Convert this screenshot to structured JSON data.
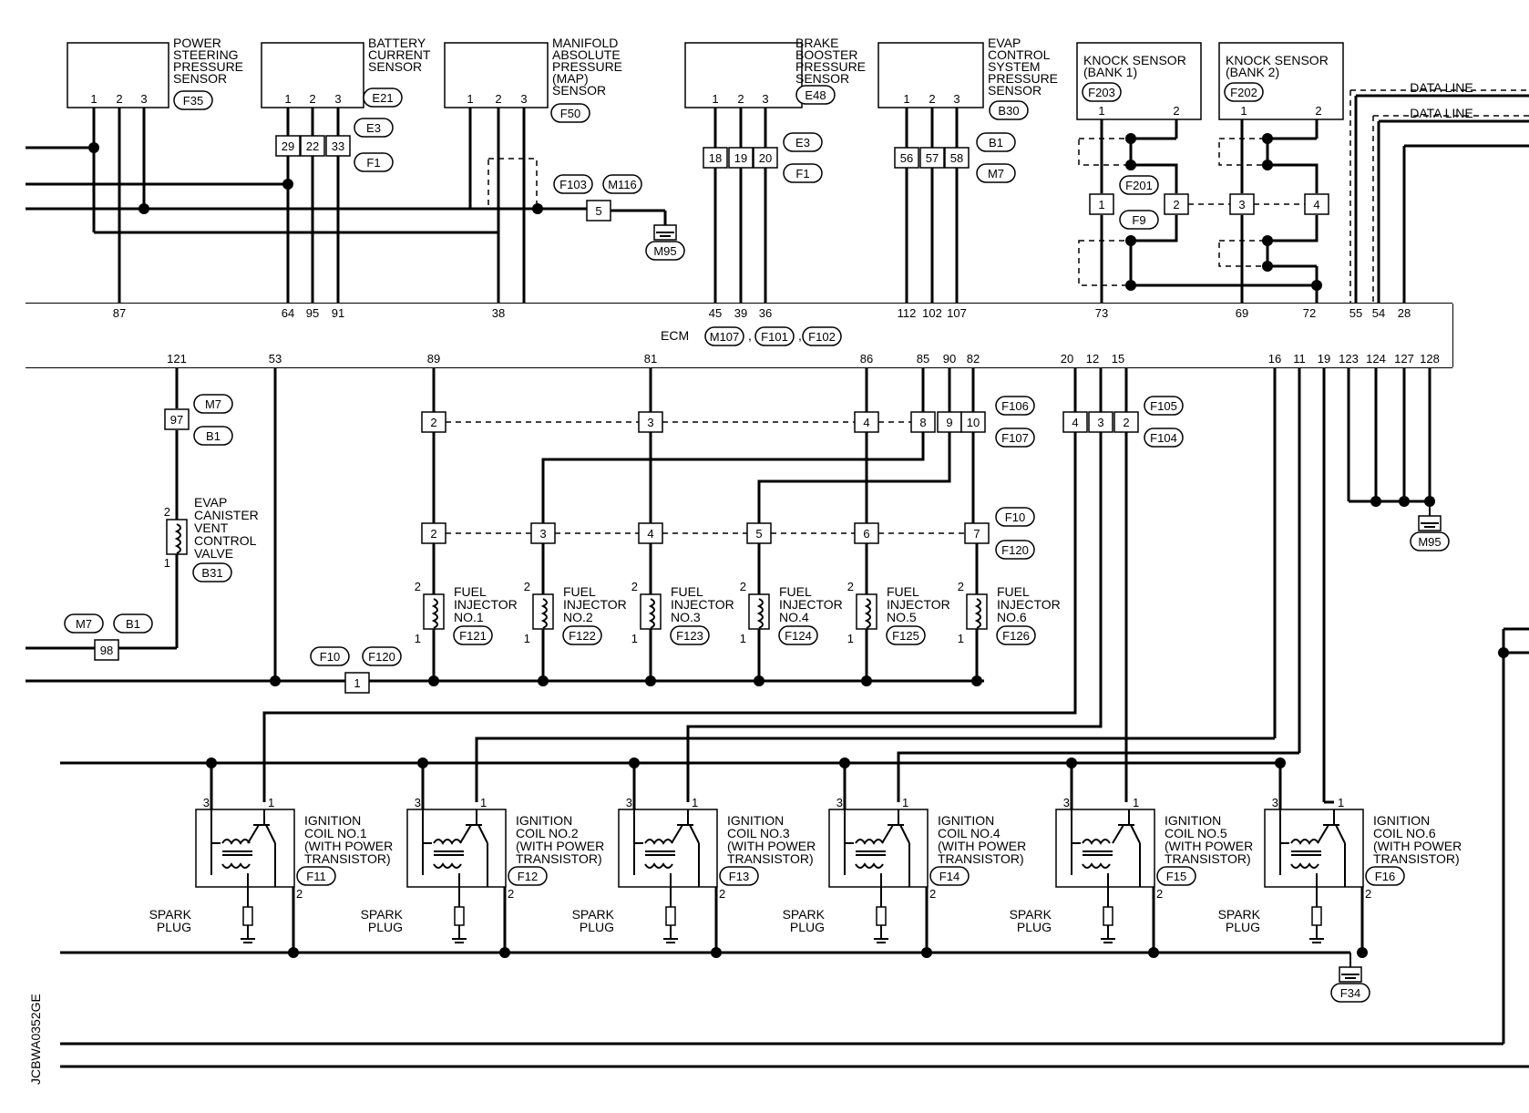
{
  "ecm": {
    "label": "ECM",
    "connectors": [
      "M107",
      "F101",
      "F102"
    ]
  },
  "sensors": [
    {
      "id": "ps",
      "label": [
        "POWER",
        "STEERING",
        "PRESSURE",
        "SENSOR"
      ],
      "conn": "F35",
      "pins": [
        "1",
        "2",
        "3"
      ]
    },
    {
      "id": "bc",
      "label": [
        "BATTERY",
        "CURRENT",
        "SENSOR"
      ],
      "conn": "E21",
      "pins": [
        "1",
        "2",
        "3"
      ]
    },
    {
      "id": "map",
      "label": [
        "MANIFOLD",
        "ABSOLUTE",
        "PRESSURE",
        "(MAP)",
        "SENSOR"
      ],
      "conn": "F50",
      "pins": [
        "1",
        "2",
        "3"
      ]
    },
    {
      "id": "bb",
      "label": [
        "BRAKE",
        "BOOSTER",
        "PRESSURE",
        "SENSOR"
      ],
      "conn": "E48",
      "pins": [
        "1",
        "2",
        "3"
      ]
    },
    {
      "id": "evap",
      "label": [
        "EVAP",
        "CONTROL",
        "SYSTEM",
        "PRESSURE",
        "SENSOR"
      ],
      "conn": "B30",
      "pins": [
        "1",
        "2",
        "3"
      ]
    },
    {
      "id": "ks1",
      "label": [
        "KNOCK SENSOR",
        "(BANK 1)"
      ],
      "conn": "F203",
      "pins": [
        "1",
        "2"
      ]
    },
    {
      "id": "ks2",
      "label": [
        "KNOCK SENSOR",
        "(BANK 2)"
      ],
      "conn": "F202",
      "pins": [
        "1",
        "2"
      ]
    }
  ],
  "top_terminals": [
    "87",
    "64",
    "95",
    "91",
    "38",
    "45",
    "39",
    "36",
    "112",
    "102",
    "107",
    "73",
    "69",
    "72",
    "55",
    "54",
    "28"
  ],
  "bottom_terminals": [
    "121",
    "53",
    "89",
    "81",
    "86",
    "85",
    "90",
    "82",
    "20",
    "12",
    "15",
    "16",
    "11",
    "19",
    "123",
    "124",
    "127",
    "128"
  ],
  "junctions": {
    "j1": {
      "pins": [
        "29",
        "22",
        "33"
      ],
      "conns": [
        "E3",
        "F1"
      ]
    },
    "j2": {
      "pins": [
        "18",
        "19",
        "20"
      ],
      "conns": [
        "E3",
        "F1"
      ]
    },
    "j3": {
      "pins": [
        "56",
        "57",
        "58"
      ],
      "conns": [
        "B1",
        "M7"
      ]
    },
    "ground_m116": {
      "pin": "5",
      "conns": [
        "F103",
        "M116"
      ],
      "ground": "M95"
    },
    "ks_conn": {
      "pins": [
        "1",
        "2",
        "3",
        "4"
      ],
      "conns": [
        "F201",
        "F9"
      ]
    },
    "inj_upper": {
      "pins": [
        "2",
        "3",
        "4"
      ],
      "pins_right": [
        "8",
        "9",
        "10"
      ],
      "conns": [
        "F106",
        "F107"
      ]
    },
    "inj_lower": {
      "pins": [
        "2",
        "3",
        "4",
        "5",
        "6",
        "7"
      ],
      "conns": [
        "F10",
        "F120"
      ]
    },
    "ign_conn": {
      "pins": [
        "4",
        "3",
        "2"
      ],
      "conns": [
        "F105",
        "F104"
      ]
    },
    "evap_valve_conn": {
      "pin": "97",
      "conns": [
        "M7",
        "B1"
      ]
    },
    "j98": {
      "pin": "98",
      "conns": [
        "M7",
        "B1"
      ]
    },
    "j1b": {
      "pin": "1",
      "conns": [
        "F10",
        "F120"
      ]
    }
  },
  "data_lines": [
    "DATA LINE",
    "DATA LINE"
  ],
  "ground_right": "M95",
  "ground_bottom": "F34",
  "evap_valve": {
    "label": [
      "EVAP",
      "CANISTER",
      "VENT",
      "CONTROL",
      "VALVE"
    ],
    "conn": "B31",
    "pins": [
      "2",
      "1"
    ]
  },
  "injectors": [
    {
      "label": [
        "FUEL",
        "INJECTOR",
        "NO.1"
      ],
      "conn": "F121"
    },
    {
      "label": [
        "FUEL",
        "INJECTOR",
        "NO.2"
      ],
      "conn": "F122"
    },
    {
      "label": [
        "FUEL",
        "INJECTOR",
        "NO.3"
      ],
      "conn": "F123"
    },
    {
      "label": [
        "FUEL",
        "INJECTOR",
        "NO.4"
      ],
      "conn": "F124"
    },
    {
      "label": [
        "FUEL",
        "INJECTOR",
        "NO.5"
      ],
      "conn": "F125"
    },
    {
      "label": [
        "FUEL",
        "INJECTOR",
        "NO.6"
      ],
      "conn": "F126"
    }
  ],
  "injector_pins": [
    "2",
    "1"
  ],
  "coils": [
    {
      "label": [
        "IGNITION",
        "COIL NO.1",
        "(WITH POWER",
        "TRANSISTOR)"
      ],
      "conn": "F11"
    },
    {
      "label": [
        "IGNITION",
        "COIL NO.2",
        "(WITH POWER",
        "TRANSISTOR)"
      ],
      "conn": "F12"
    },
    {
      "label": [
        "IGNITION",
        "COIL NO.3",
        "(WITH POWER",
        "TRANSISTOR)"
      ],
      "conn": "F13"
    },
    {
      "label": [
        "IGNITION",
        "COIL NO.4",
        "(WITH POWER",
        "TRANSISTOR)"
      ],
      "conn": "F14"
    },
    {
      "label": [
        "IGNITION",
        "COIL NO.5",
        "(WITH POWER",
        "TRANSISTOR)"
      ],
      "conn": "F15"
    },
    {
      "label": [
        "IGNITION",
        "COIL NO.6",
        "(WITH POWER",
        "TRANSISTOR)"
      ],
      "conn": "F16"
    }
  ],
  "coil_pins": [
    "3",
    "1",
    "2"
  ],
  "spark_plug": [
    "SPARK",
    "PLUG"
  ],
  "figure_code": "JCBWA0352GE"
}
